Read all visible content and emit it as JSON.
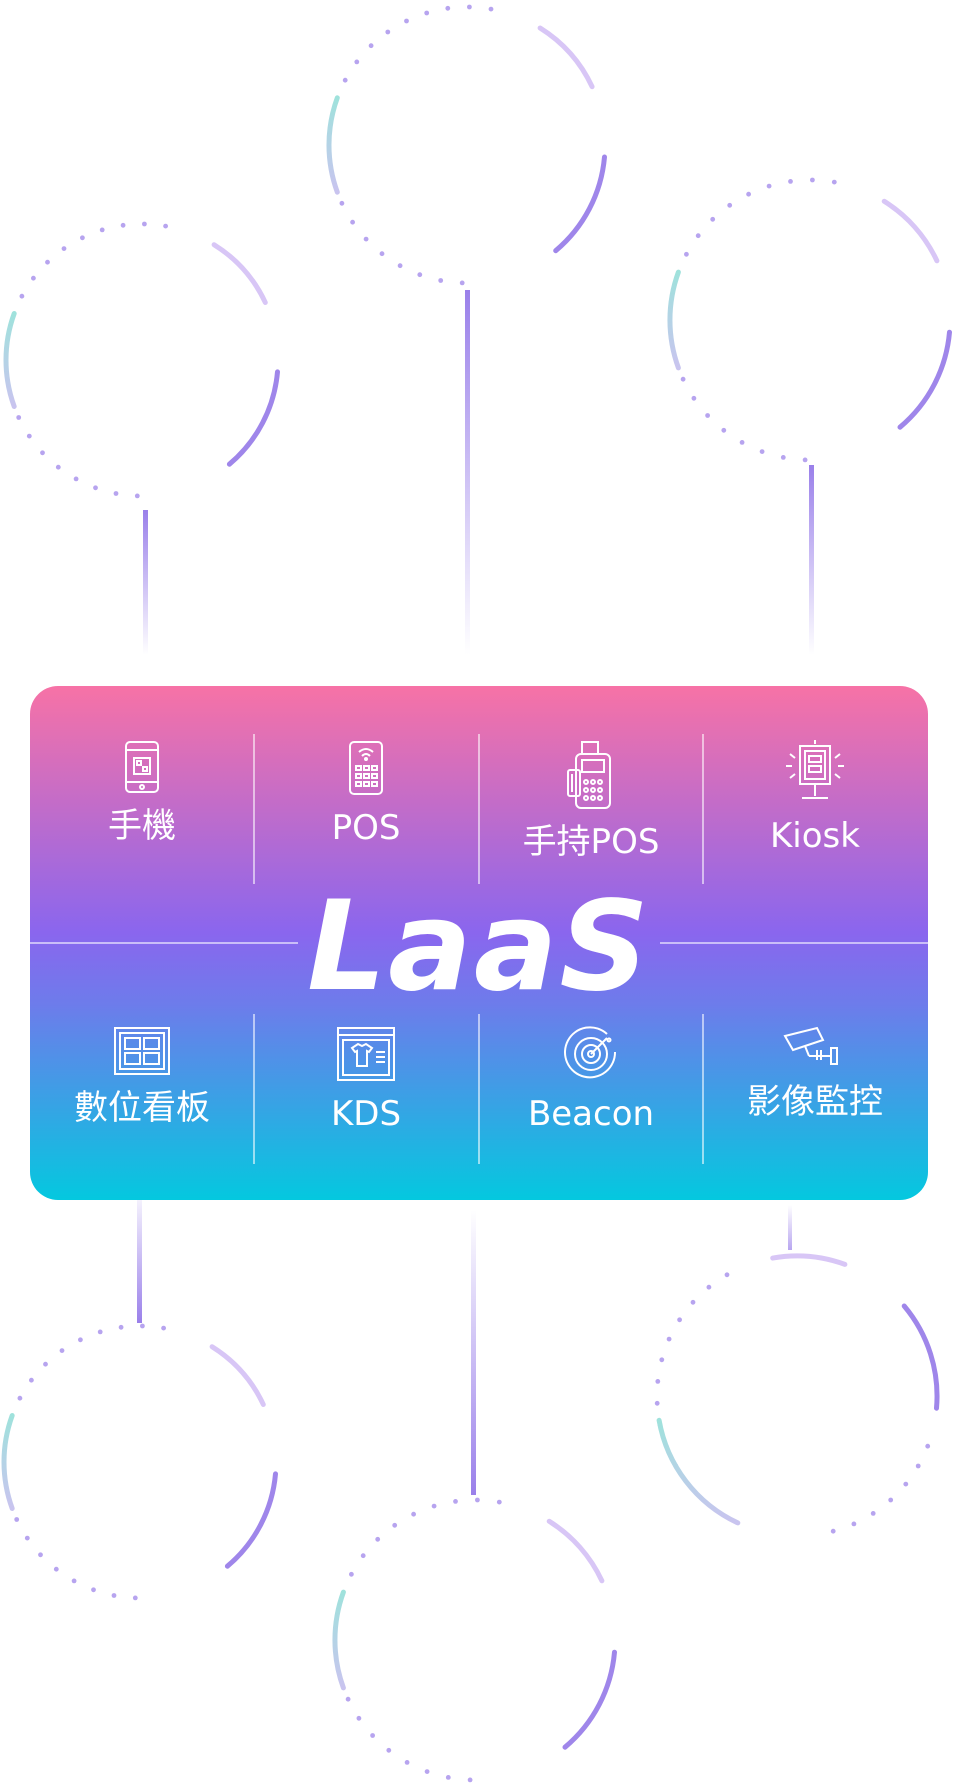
{
  "logo": {
    "text": "LaaS"
  },
  "devices_top": [
    {
      "label": "手機",
      "icon": "smartphone-qr-icon"
    },
    {
      "label": "POS",
      "icon": "pos-terminal-icon"
    },
    {
      "label": "手持POS",
      "icon": "handheld-pos-icon"
    },
    {
      "label": "Kiosk",
      "icon": "kiosk-icon"
    }
  ],
  "devices_bottom": [
    {
      "label": "數位看板",
      "icon": "digital-signage-icon"
    },
    {
      "label": "KDS",
      "icon": "kds-screen-icon"
    },
    {
      "label": "Beacon",
      "icon": "beacon-radar-icon"
    },
    {
      "label": "影像監控",
      "icon": "cctv-camera-icon"
    }
  ],
  "colors": {
    "panel_top": "#f772a6",
    "panel_mid": "#8a66ee",
    "panel_bottom": "#04c8df",
    "ring_purple": "#9f86ea",
    "ring_lavender": "#d8c6f6",
    "ring_teal": "#9fe2dc",
    "text": "#ffffff"
  }
}
